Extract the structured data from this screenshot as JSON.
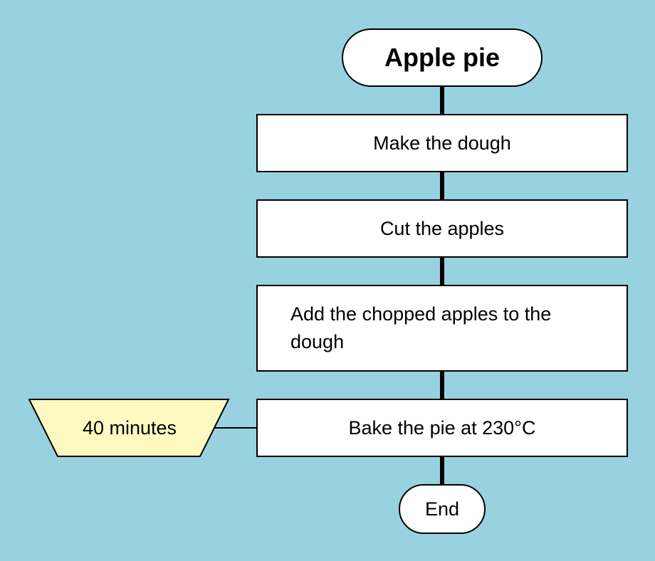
{
  "diagram": {
    "start": {
      "label": "Apple pie"
    },
    "steps": [
      {
        "label": "Make the dough"
      },
      {
        "label": "Cut the apples"
      },
      {
        "label": "Add the chopped apples to the dough"
      },
      {
        "label": "Bake the pie at 230°C"
      }
    ],
    "annotation": {
      "label": "40 minutes",
      "attached_to": "Bake the pie at 230°C"
    },
    "end": {
      "label": "End"
    },
    "colors": {
      "background": "#98d2e0",
      "process_fill": "#ffffff",
      "annotation_fill": "#fdf9c0",
      "stroke": "#000000"
    }
  }
}
